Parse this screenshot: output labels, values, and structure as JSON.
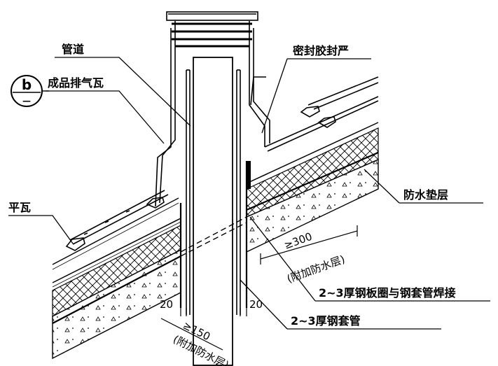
{
  "labels": {
    "pipe": "管道",
    "vent_tile": "成品排气瓦",
    "sealant": "密封胶封严",
    "flat_tile": "平瓦",
    "waterproof_underlay": "防水垫层",
    "steel_ring_weld": "2~3厚钢板圈与钢套管焊接",
    "steel_sleeve": "2~3厚钢套管"
  },
  "detail_marker": {
    "letter": "b",
    "sub": "—"
  },
  "dimensions": {
    "gap_left": "20",
    "gap_right": "20",
    "ge150": "≥150",
    "ge300": "≥300",
    "additional_layer_1": "(附加防水层)",
    "additional_layer_2": "(附加防水层)"
  },
  "colors": {
    "ink": "#000000",
    "paper": "#ffffff"
  }
}
